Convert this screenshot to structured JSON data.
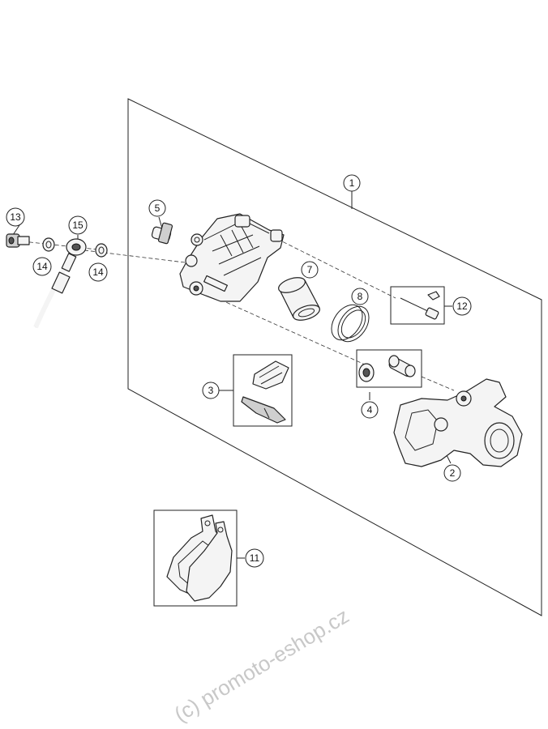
{
  "callouts": [
    "1",
    "2",
    "3",
    "4",
    "5",
    "7",
    "8",
    "11",
    "12",
    "13",
    "14",
    "14",
    "15"
  ],
  "watermark": "(c) promoto-eshop.cz"
}
